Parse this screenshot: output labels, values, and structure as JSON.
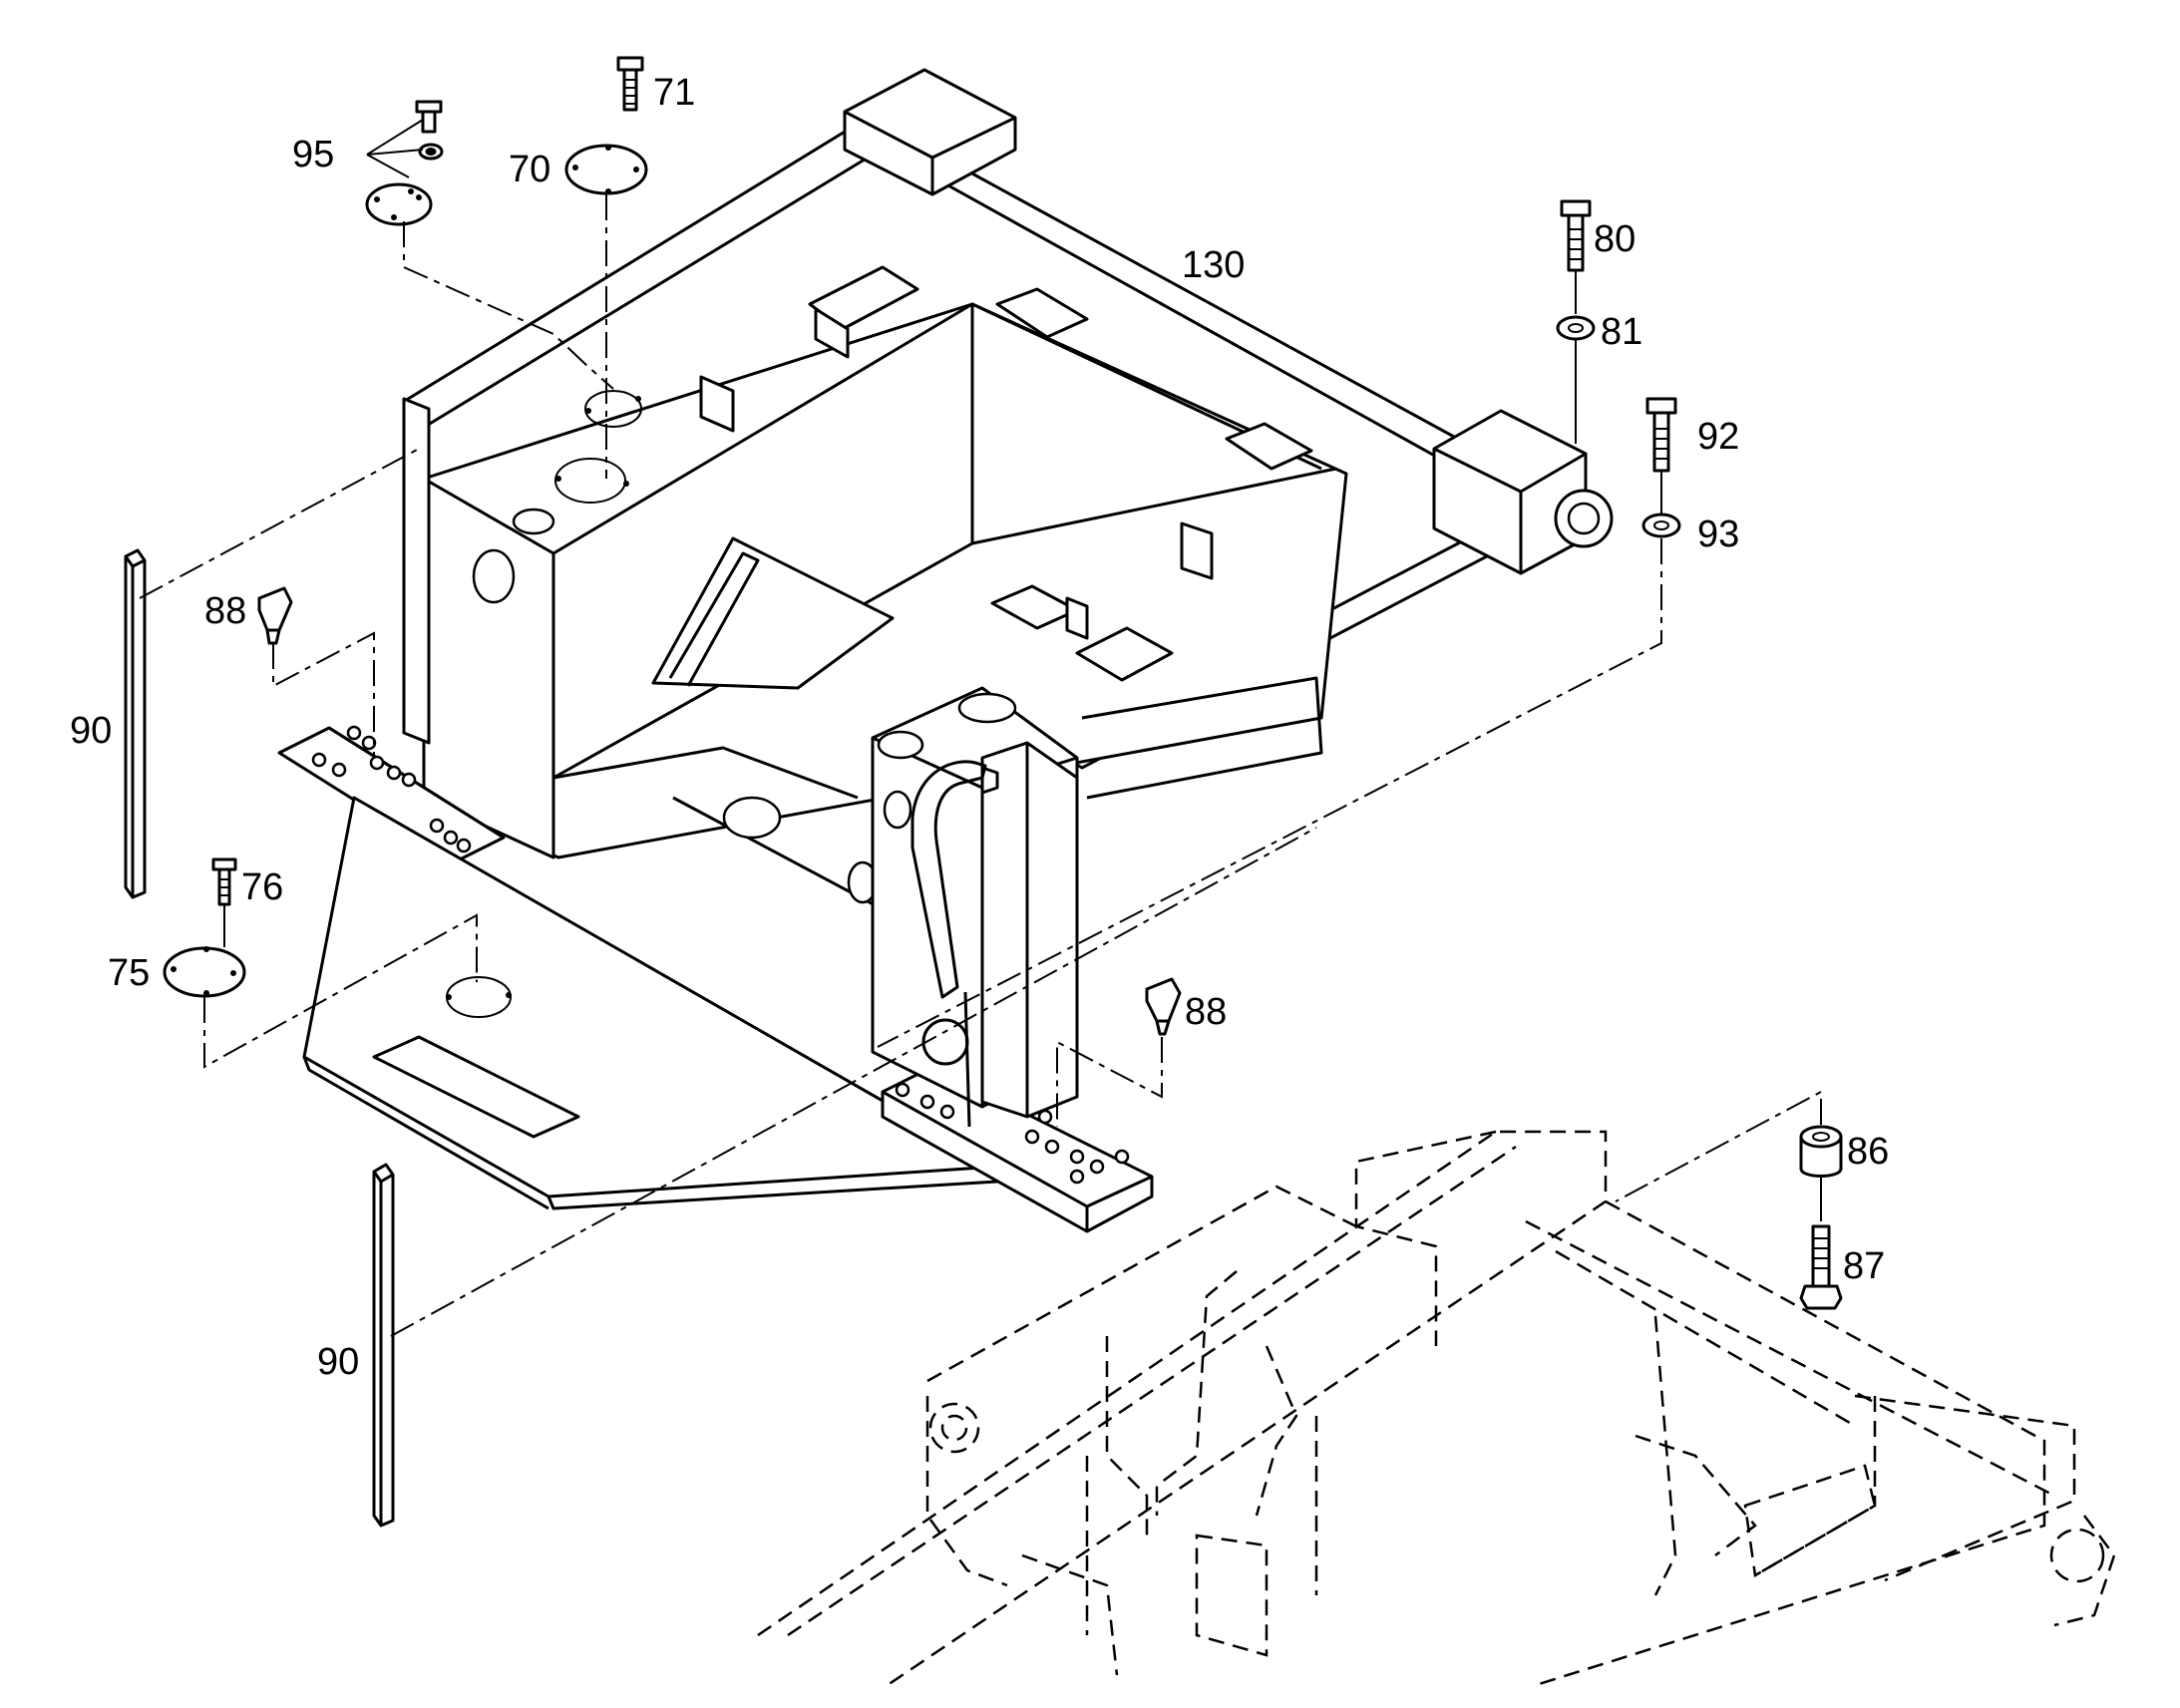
{
  "callouts": {
    "c70": "70",
    "c71": "71",
    "c75": "75",
    "c76": "76",
    "c80": "80",
    "c81": "81",
    "c86": "86",
    "c87": "87",
    "c88a": "88",
    "c88b": "88",
    "c90a": "90",
    "c90b": "90",
    "c92": "92",
    "c93": "93",
    "c95": "95",
    "c130": "130"
  }
}
